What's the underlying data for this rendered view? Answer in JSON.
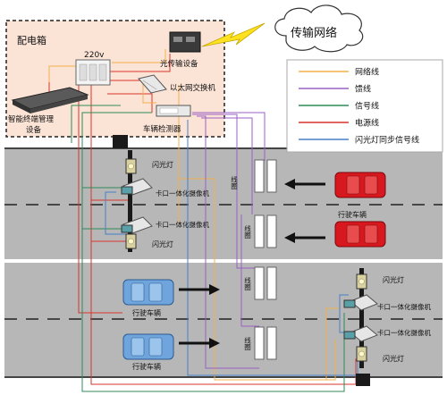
{
  "box_title": "配电箱",
  "power_label": "220v",
  "optical_label": "光传输设备",
  "switch_label": "以太网交换机",
  "terminal_label_line1": "智能终端管理",
  "terminal_label_line2": "设备",
  "detector_label": "车辆检测器",
  "network_label": "传输网络",
  "legend": [
    {
      "label": "网络线",
      "color": "#f2b04a"
    },
    {
      "label": "馈线",
      "color": "#9a62c4"
    },
    {
      "label": "信号线",
      "color": "#2e8b57"
    },
    {
      "label": "电源线",
      "color": "#d9342b"
    },
    {
      "label": "闪光灯同步信号线",
      "color": "#4a7fc8"
    }
  ],
  "flash_label": "闪光灯",
  "camera_label": "卡口一体化摄像机",
  "coil_label": "线圈",
  "driving_label": "行驶车辆"
}
